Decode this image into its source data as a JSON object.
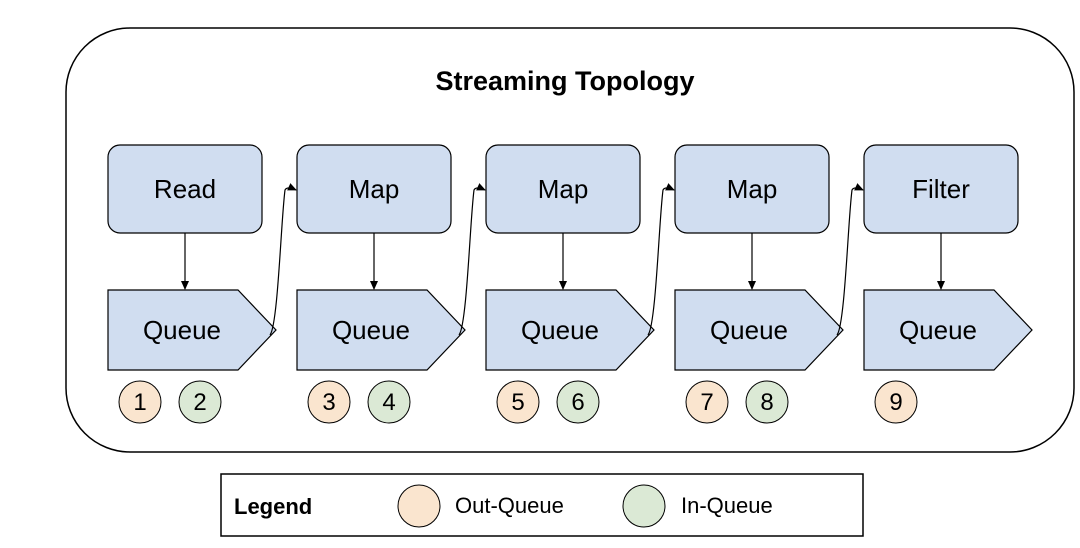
{
  "title": "Streaming Topology",
  "colors": {
    "box_fill": "#d0ddf0",
    "stroke": "#000000",
    "out_queue": "#fae5cf",
    "in_queue": "#dbe9d5"
  },
  "stages": [
    {
      "operator": "Read",
      "queue": "Queue",
      "badges": [
        {
          "label": "1",
          "kind": "out"
        },
        {
          "label": "2",
          "kind": "in"
        }
      ]
    },
    {
      "operator": "Map",
      "queue": "Queue",
      "badges": [
        {
          "label": "3",
          "kind": "out"
        },
        {
          "label": "4",
          "kind": "in"
        }
      ]
    },
    {
      "operator": "Map",
      "queue": "Queue",
      "badges": [
        {
          "label": "5",
          "kind": "out"
        },
        {
          "label": "6",
          "kind": "in"
        }
      ]
    },
    {
      "operator": "Map",
      "queue": "Queue",
      "badges": [
        {
          "label": "7",
          "kind": "out"
        },
        {
          "label": "8",
          "kind": "in"
        }
      ]
    },
    {
      "operator": "Filter",
      "queue": "Queue",
      "badges": [
        {
          "label": "9",
          "kind": "out"
        }
      ]
    }
  ],
  "legend": {
    "title": "Legend",
    "items": [
      {
        "label": "Out-Queue",
        "kind": "out"
      },
      {
        "label": "In-Queue",
        "kind": "in"
      }
    ]
  }
}
